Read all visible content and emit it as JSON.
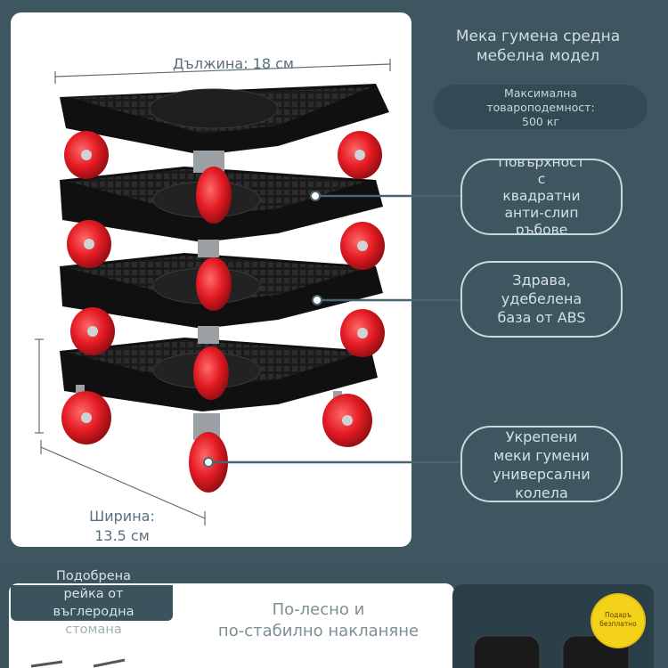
{
  "dimensions": {
    "length_label": "Дължина: 18 см",
    "width_label_line1": "Ширина:",
    "width_label_line2": "13.5 см"
  },
  "title": {
    "line1": "Мека гумена средна",
    "line2": "мебелна модел"
  },
  "capacity": {
    "line1": "Максимална",
    "line2": "товароподемност:",
    "line3": "500 кг"
  },
  "features": [
    {
      "line1": "Повърхност",
      "line2": "с",
      "line3": "квадратни",
      "line4": "анти-слип",
      "line5": "ръбове"
    },
    {
      "line1": "Здрава,",
      "line2": "удебелена",
      "line3": "база от ABS"
    },
    {
      "line1": "Укрепени",
      "line2": "меки гумени",
      "line3": "универсални",
      "line4": "колела"
    }
  ],
  "bottom": {
    "rail_line1": "Подобрена",
    "rail_line2": "рейка от",
    "rail_line3": "въглеродна",
    "rail_line4": "стомана",
    "tilt_line1": "По-лесно и",
    "tilt_line2": "по-стабилно накланяне",
    "gift_line1": "Подаръ",
    "gift_line2": "безплатно"
  },
  "colors": {
    "background": "#3d5660",
    "wheel_red": "#e31b23",
    "tray_black": "#151515",
    "gift_yellow": "#f5d21a"
  }
}
